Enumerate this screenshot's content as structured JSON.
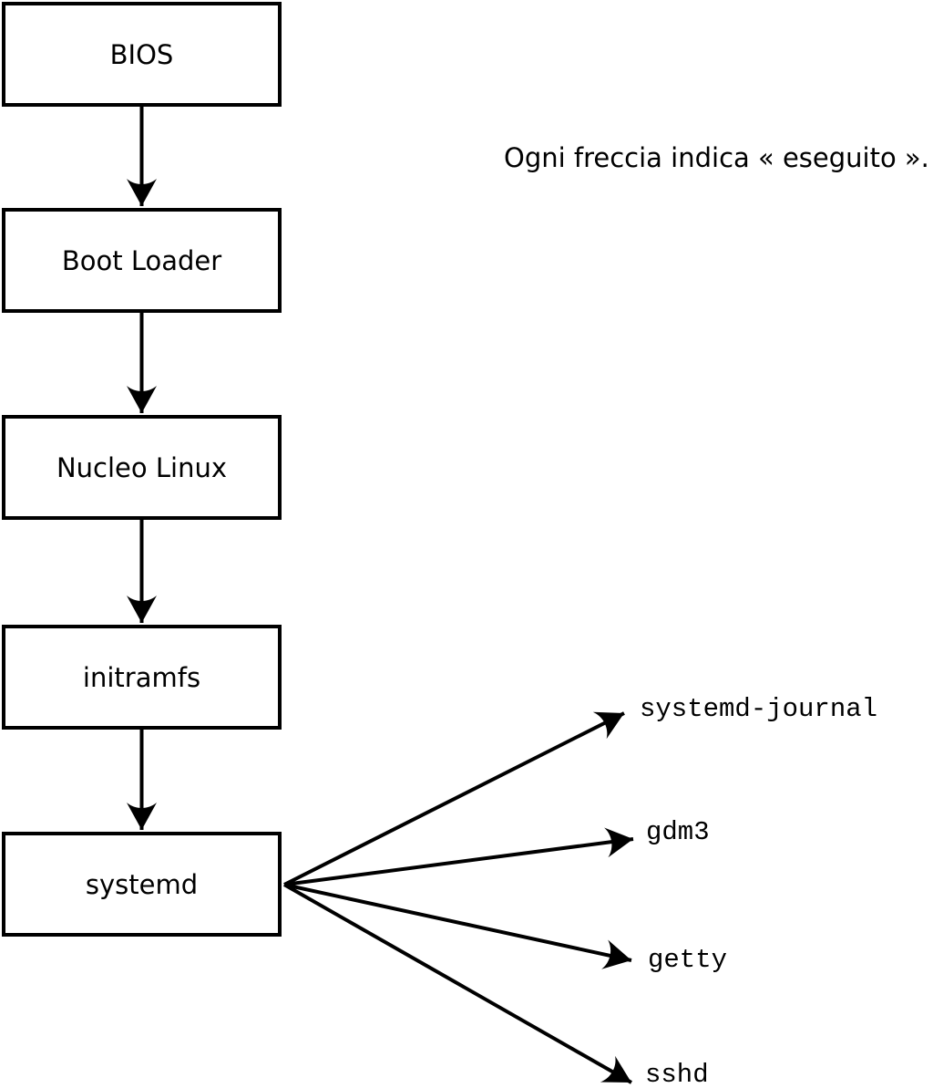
{
  "note": "Ogni freccia indica « eseguito ».",
  "flow": {
    "stages": [
      {
        "label": "BIOS"
      },
      {
        "label": "Boot Loader"
      },
      {
        "label": "Nucleo Linux"
      },
      {
        "label": "initramfs"
      },
      {
        "label": "systemd"
      }
    ]
  },
  "services": [
    {
      "label": "systemd-journal"
    },
    {
      "label": "gdm3"
    },
    {
      "label": "getty"
    },
    {
      "label": "sshd"
    }
  ],
  "edges": [
    {
      "from": "BIOS",
      "to": "Boot Loader"
    },
    {
      "from": "Boot Loader",
      "to": "Nucleo Linux"
    },
    {
      "from": "Nucleo Linux",
      "to": "initramfs"
    },
    {
      "from": "initramfs",
      "to": "systemd"
    },
    {
      "from": "systemd",
      "to": "systemd-journal"
    },
    {
      "from": "systemd",
      "to": "gdm3"
    },
    {
      "from": "systemd",
      "to": "getty"
    },
    {
      "from": "systemd",
      "to": "sshd"
    }
  ],
  "colors": {
    "stroke": "#000000",
    "text": "#000000",
    "box_fill": "#ffffff",
    "background": "#ffffff"
  }
}
